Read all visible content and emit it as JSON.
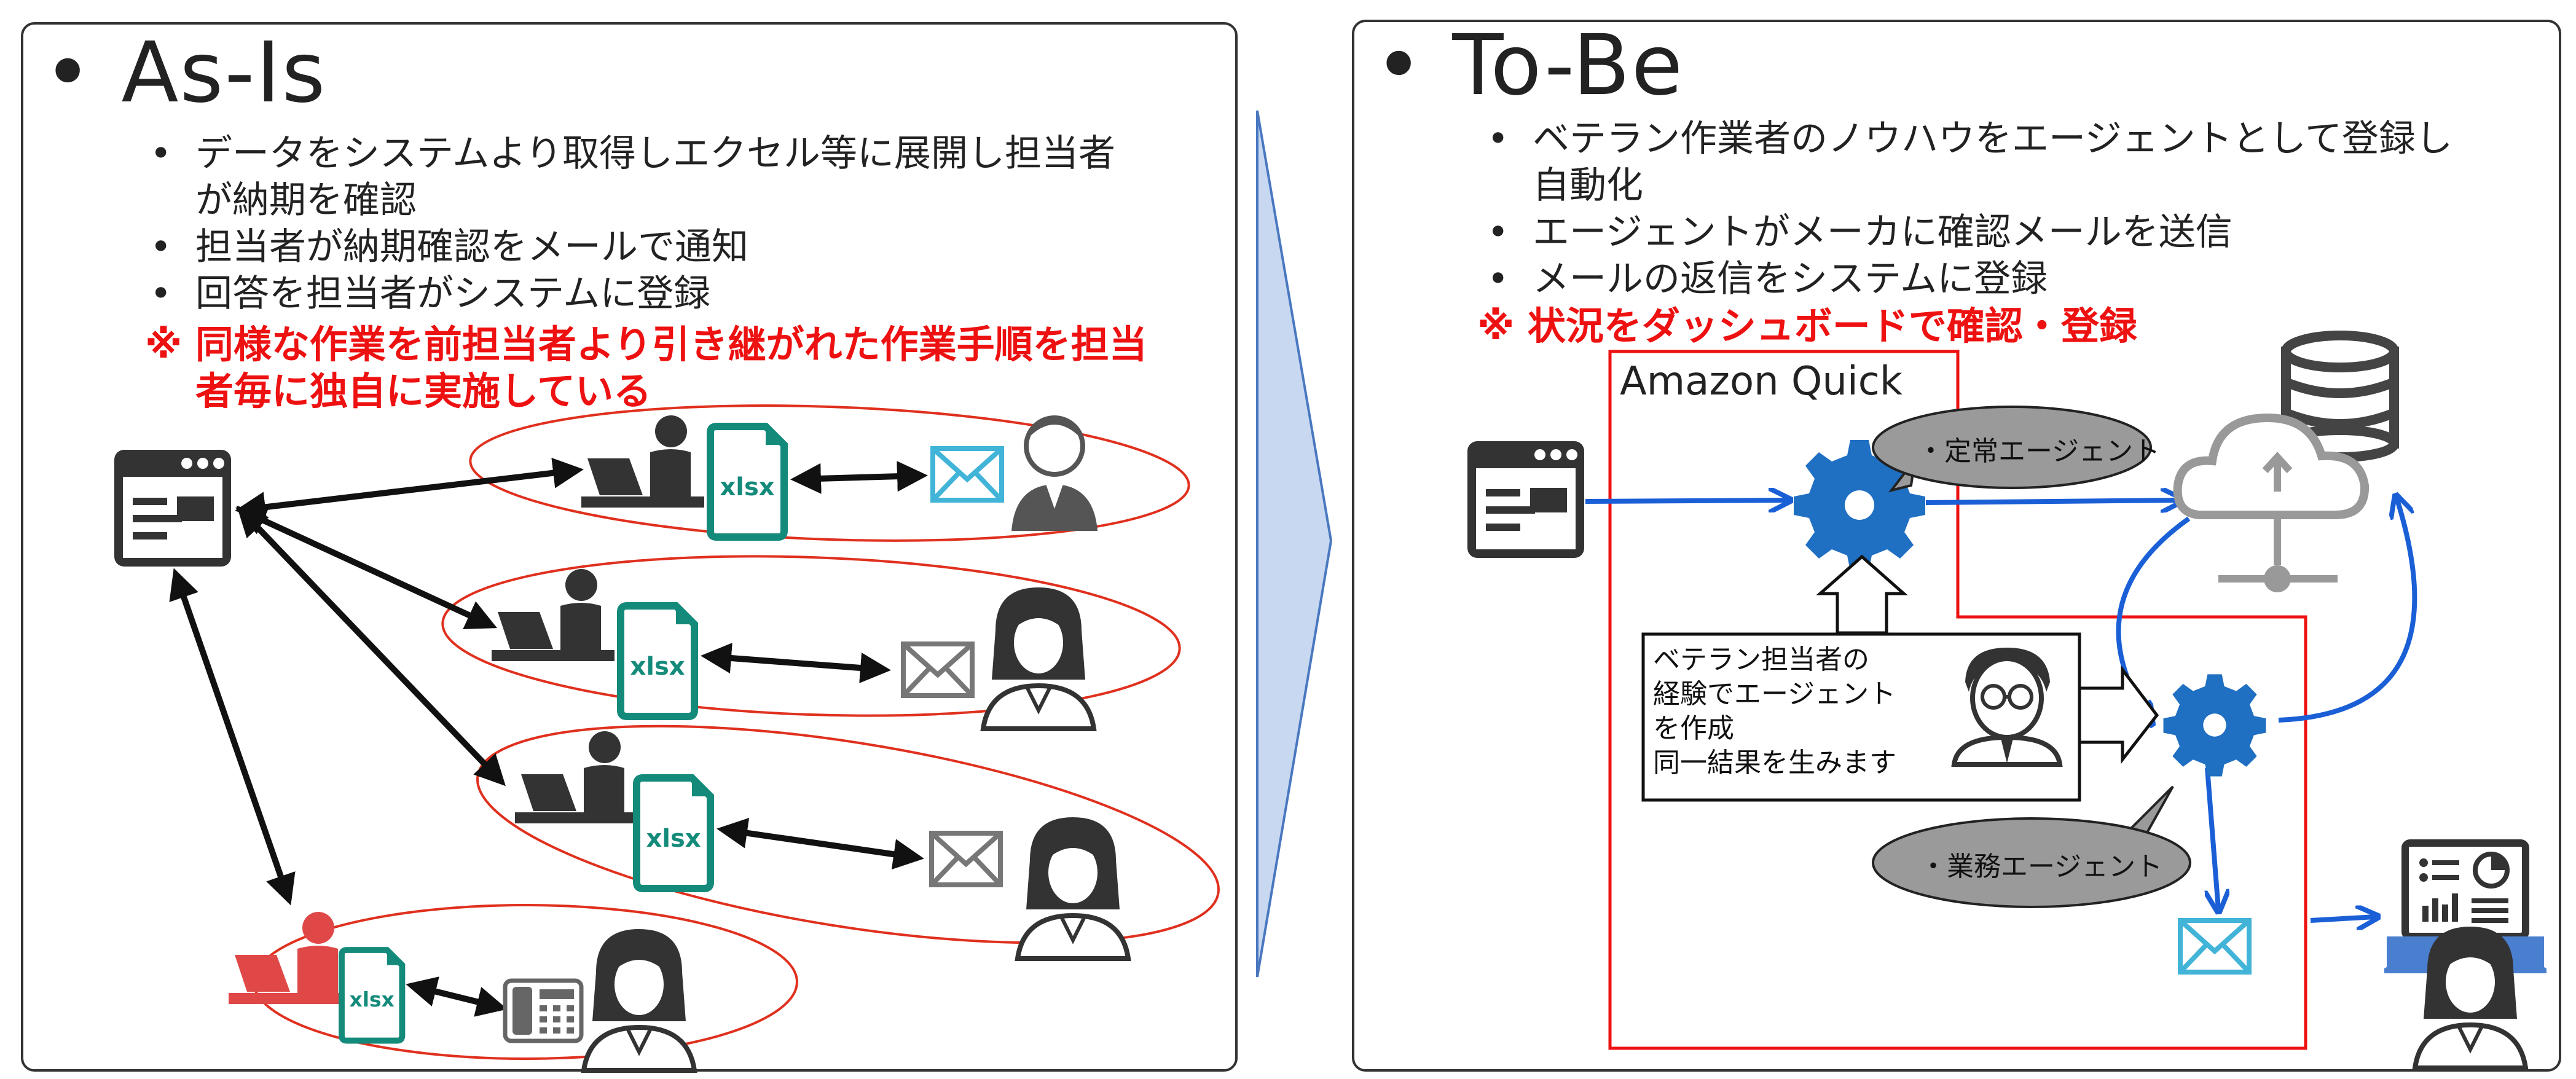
{
  "asis": {
    "title": "As-Is",
    "bullets": [
      "データをシステムより取得しエクセル等に展開し担当者",
      "が納期を確認",
      "担当者が納期確認をメールで通知",
      "回答を担当者がシステムに登録"
    ],
    "note_line1": "※ 同様な作業を前担当者より引き継がれた作業手順を担当",
    "note_line2": "者毎に独自に実施している",
    "file_label": "xlsx"
  },
  "tobe": {
    "title": "To-Be",
    "bullets": [
      "ベテラン作業者のノウハウをエージェントとして登録し",
      "自動化",
      "エージェントがメーカに確認メールを送信",
      "メールの返信をシステムに登録"
    ],
    "note": "※ 状況をダッシュボードで確認・登録",
    "quick_label": "Amazon Quick",
    "bubble_1": "・定常エージェント",
    "bubble_2": "・業務エージェント",
    "veteran_box": [
      "ベテラン担当者の",
      "経験でエージェント",
      "を作成",
      "同一結果を生みます"
    ]
  },
  "colors": {
    "red": "#ee1111",
    "teal": "#138a7a",
    "blue": "#1a5fd6",
    "gear_blue": "#1f6fc2",
    "mail_blue": "#41b4d8",
    "dark": "#333333",
    "arrow_fill": "#c8d8f0"
  },
  "icons": [
    "browser-window-icon",
    "worker-laptop-icon",
    "excel-file-icon",
    "mail-icon",
    "person-icon",
    "phone-icon",
    "database-icon",
    "cloud-upload-icon",
    "gear-icon",
    "dashboard-monitor-icon"
  ]
}
